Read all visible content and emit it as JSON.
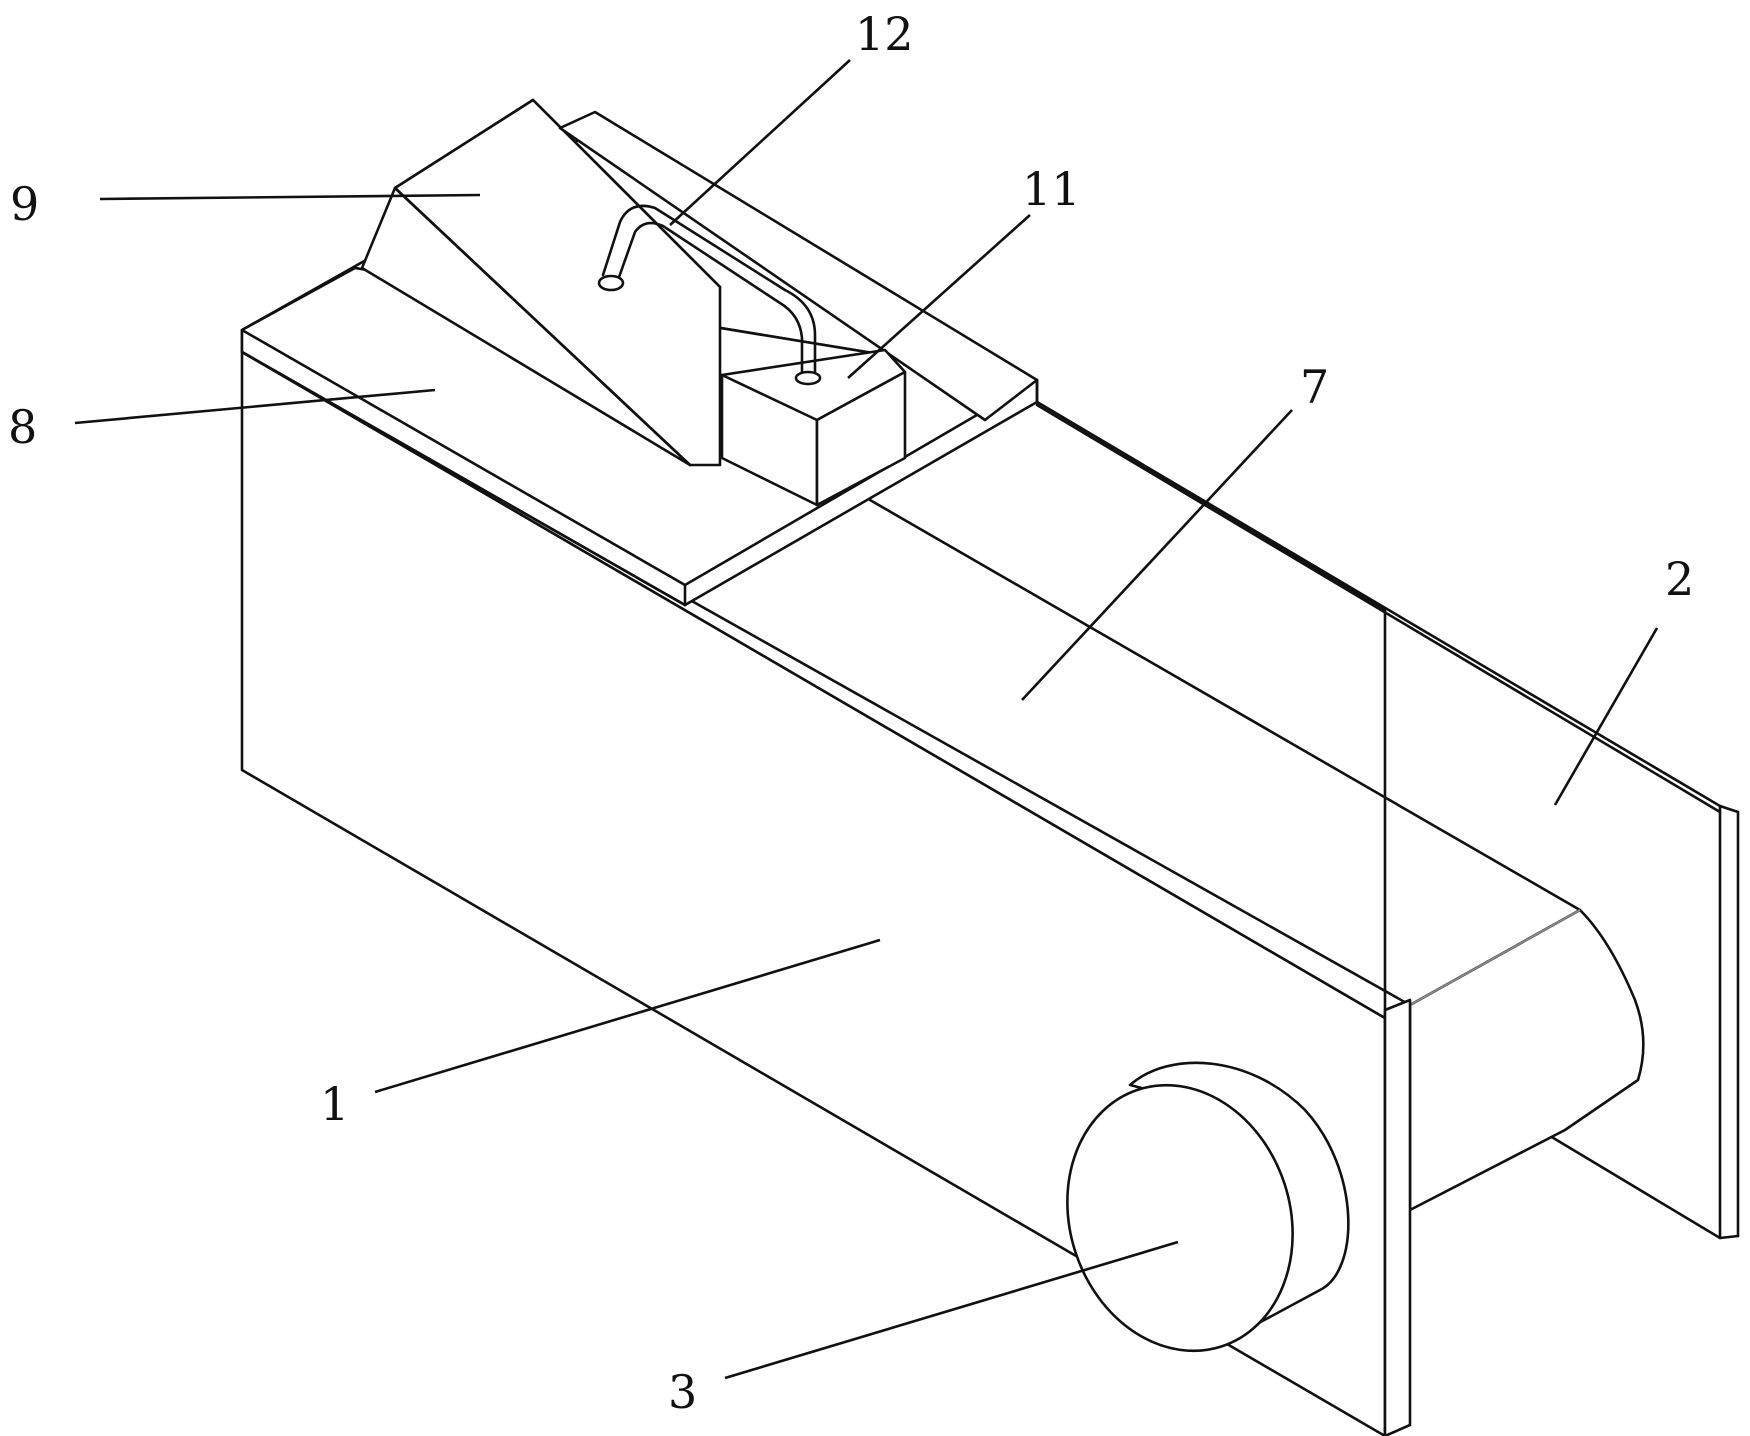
{
  "figure": {
    "labels": [
      {
        "id": "1",
        "text": "1"
      },
      {
        "id": "2",
        "text": "2"
      },
      {
        "id": "3",
        "text": "3"
      },
      {
        "id": "7",
        "text": "7"
      },
      {
        "id": "8",
        "text": "8"
      },
      {
        "id": "9",
        "text": "9"
      },
      {
        "id": "11",
        "text": "11"
      },
      {
        "id": "12",
        "text": "12"
      }
    ]
  }
}
